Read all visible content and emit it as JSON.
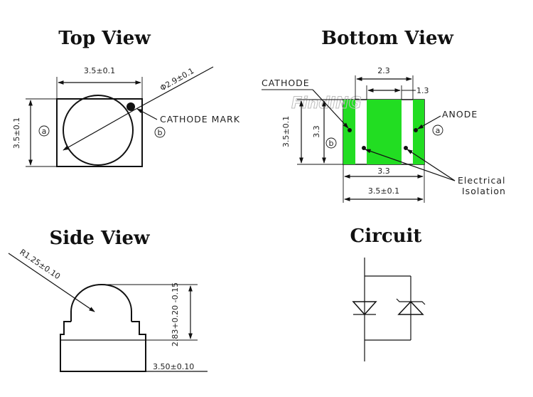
{
  "titles": {
    "top_view": "Top View",
    "bottom_view": "Bottom View",
    "side_view": "Side View",
    "circuit": "Circuit"
  },
  "top_view": {
    "width_dim": "3.5±0.1",
    "height_dim": "3.5±0.1",
    "diameter_dim": "Φ2.9±0.1",
    "cathode_mark_label": "CATHODE MARK",
    "marker_a": "a",
    "marker_b": "b"
  },
  "bottom_view": {
    "top_dim": "2.3",
    "right_dim": "1.3",
    "inner_height_dim": "3.3",
    "outer_height_dim": "3.5±0.1",
    "inner_width_dim": "3.3",
    "outer_width_dim": "3.5±0.1",
    "cathode_label": "CATHODE",
    "anode_label": "ANODE",
    "isolation_line1": "Electrical",
    "isolation_line2": "Isolation",
    "marker_a": "a",
    "marker_b": "b",
    "pad_color": "#22dd22",
    "watermark": "FindING"
  },
  "side_view": {
    "radius_dim": "R1.25±0.10",
    "height_dim": "2.83+0.20 -0.15",
    "width_dim": "3.50±0.10"
  }
}
